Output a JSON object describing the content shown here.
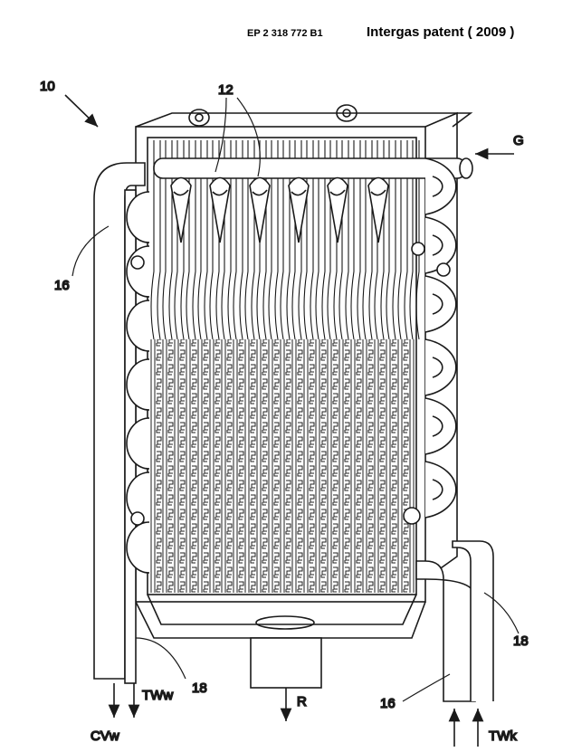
{
  "header": {
    "patent_number": "EP 2 318 772 B1",
    "title": "Intergas patent  ( 2009 )"
  },
  "drawing": {
    "labels": {
      "assembly": "10",
      "burners": "12",
      "gas_inlet": "G",
      "pipe_left": "16",
      "pipe_right": "16",
      "tube_left": "18",
      "tube_right": "18",
      "hot_water_out": "TWw",
      "heating_water_out": "CVw",
      "return": "R",
      "cold_water_in": "TWk"
    },
    "line_color": "#1a1a1a"
  }
}
